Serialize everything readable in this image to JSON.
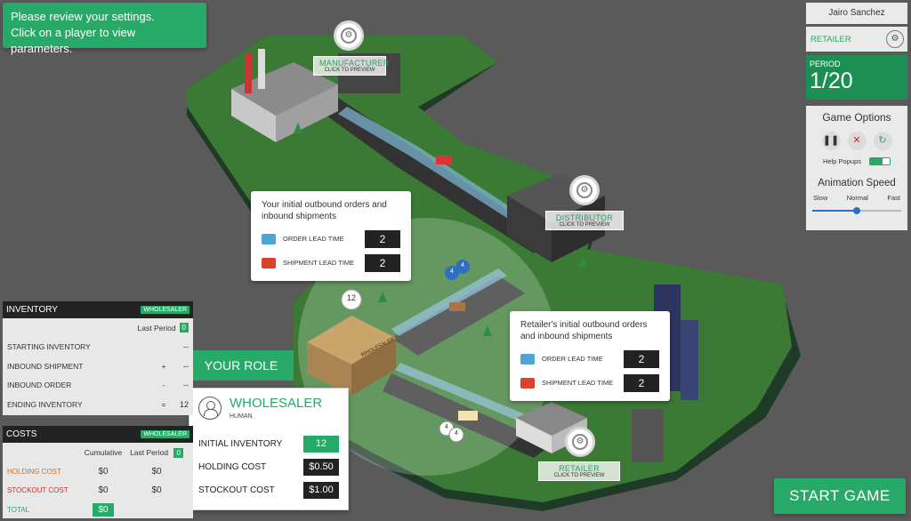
{
  "notice": {
    "line1": "Please review your settings.",
    "line2": "Click on a player to view parameters."
  },
  "map": {
    "manufacturer": {
      "label": "MANUFACTURER",
      "sub": "CLICK TO PREVIEW"
    },
    "distributor": {
      "label": "DISTRIBUTOR",
      "sub": "CLICK TO PREVIEW"
    },
    "retailer": {
      "label": "RETAILER",
      "sub": "CLICK TO PREVIEW"
    },
    "wholesaler_building": "WHOLESALER",
    "wholesaler_badge": "12",
    "pipeline_badges": [
      "4",
      "4",
      "4",
      "4"
    ]
  },
  "wholesaler_lead": {
    "title": "Your initial outbound orders and inbound shipments",
    "order_label": "ORDER LEAD TIME",
    "order_value": "2",
    "shipment_label": "SHIPMENT LEAD TIME",
    "shipment_value": "2"
  },
  "retailer_lead": {
    "title": "Retailer's initial outbound orders and inbound shipments",
    "order_label": "ORDER LEAD TIME",
    "order_value": "2",
    "shipment_label": "SHIPMENT LEAD TIME",
    "shipment_value": "2"
  },
  "your_role": "YOUR ROLE",
  "role_card": {
    "name": "WHOLESALER",
    "type": "HUMAN",
    "rows": [
      {
        "label": "INITIAL INVENTORY",
        "value": "12",
        "style": "green"
      },
      {
        "label": "HOLDING COST",
        "value": "$0.50",
        "style": "dark"
      },
      {
        "label": "STOCKOUT COST",
        "value": "$1.00",
        "style": "dark"
      }
    ]
  },
  "inventory": {
    "title": "INVENTORY",
    "badge": "WHOLESALER",
    "last_period_label": "Last Period",
    "last_period_value": "0",
    "rows": [
      {
        "label": "STARTING INVENTORY",
        "op": "",
        "value": "--"
      },
      {
        "label": "INBOUND SHIPMENT",
        "op": "+",
        "value": "--"
      },
      {
        "label": "INBOUND ORDER",
        "op": "-",
        "value": "--"
      },
      {
        "label": "ENDING INVENTORY",
        "op": "=",
        "value": "12"
      }
    ]
  },
  "costs": {
    "title": "COSTS",
    "badge": "WHOLESALER",
    "col_cumulative": "Cumulative",
    "col_last": "Last Period",
    "last_period_value": "0",
    "rows": [
      {
        "label": "HOLDING COST",
        "cumulative": "$0",
        "last": "$0"
      },
      {
        "label": "STOCKOUT COST",
        "cumulative": "$0",
        "last": "$0"
      }
    ],
    "total_label": "TOTAL",
    "total_value": "$0"
  },
  "user": {
    "name": "Jairo Sanchez"
  },
  "retailer_tab": {
    "label": "RETAILER"
  },
  "period": {
    "label": "PERIOD",
    "value": "1/20"
  },
  "options": {
    "title": "Game Options",
    "help_label": "Help Popups",
    "help_on": true,
    "speed_title": "Animation Speed",
    "slow": "Slow",
    "normal": "Normal",
    "fast": "Fast",
    "speed_level": 0.5
  },
  "start_button": "START GAME",
  "colors": {
    "accent": "#27a967",
    "period_bg": "#1c8f52",
    "holding": "#d96b27",
    "stockout": "#cc2e2e"
  }
}
